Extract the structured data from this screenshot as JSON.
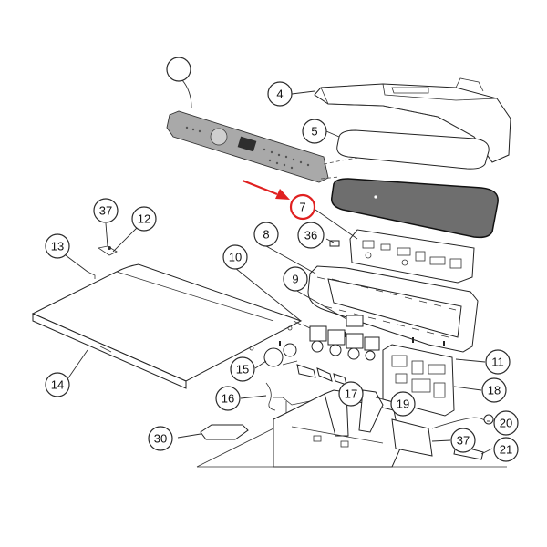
{
  "diagram": {
    "callouts": [
      {
        "id": "c1",
        "label": "",
        "hidden_label": true
      },
      {
        "id": "c4",
        "label": "4"
      },
      {
        "id": "c5",
        "label": "5"
      },
      {
        "id": "c7",
        "label": "7",
        "highlight": true
      },
      {
        "id": "c36",
        "label": "36"
      },
      {
        "id": "c8",
        "label": "8"
      },
      {
        "id": "c10",
        "label": "10"
      },
      {
        "id": "c9",
        "label": "9"
      },
      {
        "id": "c37a",
        "label": "37"
      },
      {
        "id": "c12",
        "label": "12"
      },
      {
        "id": "c13",
        "label": "13"
      },
      {
        "id": "c14",
        "label": "14"
      },
      {
        "id": "c15",
        "label": "15"
      },
      {
        "id": "c16",
        "label": "16"
      },
      {
        "id": "c17",
        "label": "17"
      },
      {
        "id": "c19",
        "label": "19"
      },
      {
        "id": "c11",
        "label": "11"
      },
      {
        "id": "c18",
        "label": "18"
      },
      {
        "id": "c20",
        "label": "20"
      },
      {
        "id": "c30",
        "label": "30"
      },
      {
        "id": "c37b",
        "label": "37"
      },
      {
        "id": "c21",
        "label": "21"
      }
    ],
    "colors": {
      "highlight": "#e02020",
      "line": "#222222",
      "panel_fill": "#a9a9a9",
      "glass_fill": "#6e6e6e"
    }
  }
}
